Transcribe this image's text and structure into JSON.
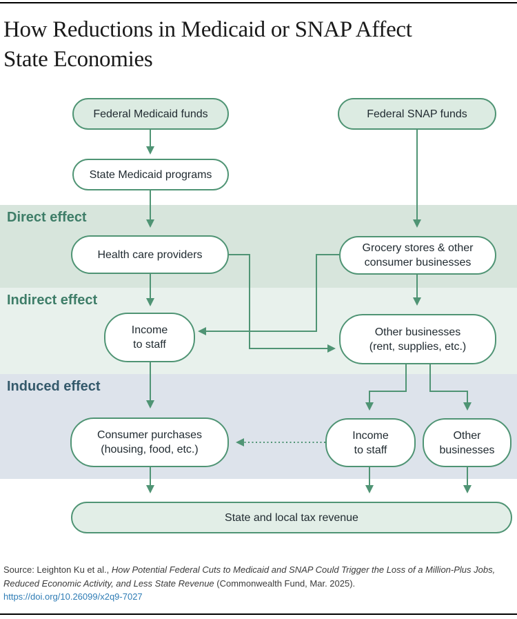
{
  "title": {
    "lines": [
      "How Reductions in Medicaid or SNAP Affect",
      "State Economies"
    ]
  },
  "bands": {
    "direct": {
      "label": "Direct effect"
    },
    "indirect": {
      "label": "Indirect effect"
    },
    "induced": {
      "label": "Induced effect"
    }
  },
  "nodes": {
    "federal_medicaid_funds": {
      "label": "Federal Medicaid funds"
    },
    "federal_snap_funds": {
      "label": "Federal SNAP funds"
    },
    "state_medicaid_programs": {
      "label": "State Medicaid programs"
    },
    "health_care_providers": {
      "label": "Health care providers"
    },
    "grocery_stores": {
      "lines": [
        "Grocery stores & other",
        "consumer businesses"
      ]
    },
    "income_to_staff_indirect": {
      "lines": [
        "Income",
        "to staff"
      ]
    },
    "other_businesses_indirect": {
      "lines": [
        "Other businesses",
        "(rent, supplies, etc.)"
      ]
    },
    "consumer_purchases": {
      "lines": [
        "Consumer purchases",
        "(housing, food, etc.)"
      ]
    },
    "income_to_staff_induced": {
      "lines": [
        "Income",
        "to staff"
      ]
    },
    "other_businesses_induced": {
      "lines": [
        "Other",
        "businesses"
      ]
    },
    "state_local_tax_revenue": {
      "label": "State and local tax revenue"
    }
  },
  "source": {
    "prefix": "Source: Leighton Ku et al., ",
    "citation_italic": "How Potential Federal Cuts to Medicaid and SNAP Could Trigger the Loss of a Million-Plus Jobs, Reduced Economic Activity, and Less State Revenue",
    "suffix": " (Commonwealth Fund, Mar. 2025).",
    "link": "https://doi.org/10.26099/x2q9-7027"
  },
  "colors": {
    "accent": "#4f9474",
    "node-fill": "#ffffff",
    "fund-fill": "#dcebe2",
    "tax-fill": "#e2eee7",
    "band-direct": "#d7e5dc",
    "band-indirect": "#e8f1ec",
    "band-induced": "#dde3eb",
    "label-green": "#3e7d68",
    "label-blue": "#34596b",
    "title-color": "#1a1a1a",
    "text-color": "#212b31",
    "source-color": "#3a3a3a",
    "link-color": "#2e7cb5",
    "rule-color": "#000000"
  }
}
